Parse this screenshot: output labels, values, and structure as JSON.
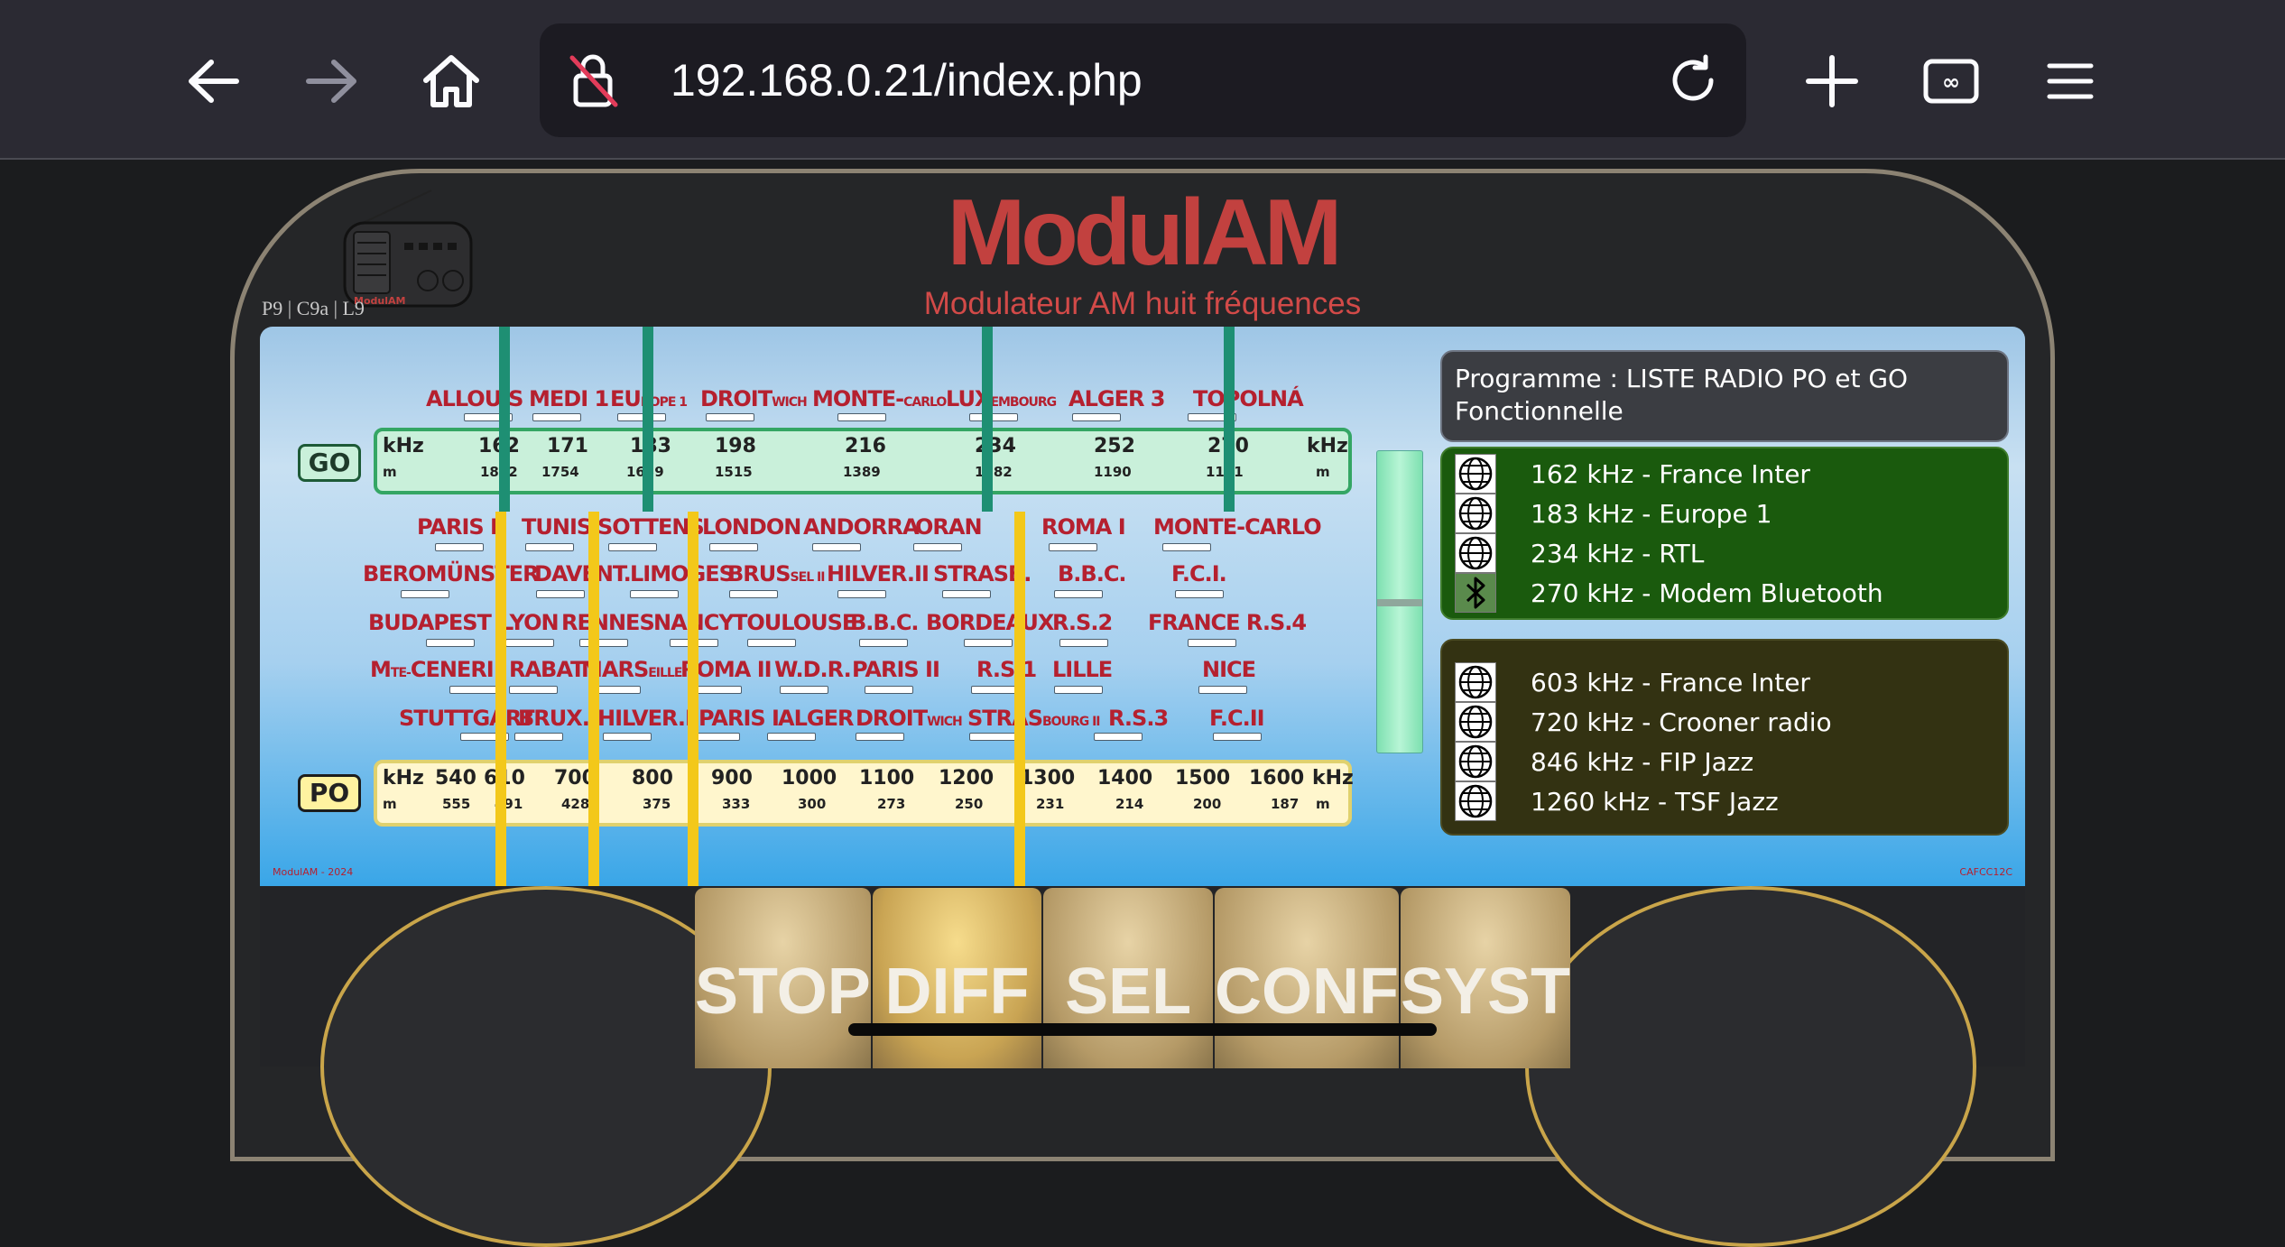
{
  "browser": {
    "url": "192.168.0.21/index.php"
  },
  "header": {
    "title": "ModulAM",
    "subtitle": "Modulateur AM huit fréquences",
    "info": "P9 | C9a | L9",
    "radio_logo_text": "ModulAM"
  },
  "dial": {
    "go_label": "GO",
    "po_label": "PO",
    "footer_left": "ModulAM - 2024",
    "footer_right": "CAFCC12C",
    "go_stations": [
      "ALLOUIS",
      "MEDI 1",
      "EU",
      "ROPE 1",
      "DROIT",
      "WICH",
      "MONTE-",
      "CARLO",
      "LUX",
      "EMBOURG",
      "ALGER 3",
      "TOPOLNÁ"
    ],
    "po_row1": [
      "PARIS II",
      "TUNIS",
      "SOTTENS",
      "LONDON",
      "ANDORRA",
      "ORAN",
      "ROMA I",
      "MONTE-CARLO"
    ],
    "po_row2": [
      "BEROMÜNSTER",
      "DAVENT.",
      "LIMOGES",
      "BRUS",
      "SEL II",
      "HILVER.II",
      "STRASB.",
      "B.B.C.",
      "F.C.I."
    ],
    "po_row3": [
      "BUDAPEST",
      "LYON",
      "RENNES",
      "NANCY",
      "TOULOUSE",
      "B.B.C.",
      "BORDEAUX",
      "R.S.2",
      "FRANCE R.S.4"
    ],
    "po_row4": [
      "M",
      "TE-",
      "CENERI",
      "RABAT",
      "MARS",
      "EILLE",
      "ROMA II",
      "W.D.R.",
      "PARIS II",
      "R.S.1",
      "LILLE",
      "NICE"
    ],
    "po_row5": [
      "STUTTGART",
      "BRUX.I",
      "HILVER.I",
      "PARIS I",
      "ALGER",
      "DROIT",
      "WICH",
      "STRAS",
      "BOURG II",
      "R.S.3",
      "F.C.II"
    ],
    "go_khz": [
      "kHz",
      "162",
      "171",
      "183",
      "198",
      "216",
      "234",
      "252",
      "270",
      "kHz"
    ],
    "go_m": [
      "m",
      "1852",
      "1754",
      "1639",
      "1515",
      "1389",
      "1282",
      "1190",
      "1111",
      "m"
    ],
    "po_khz": [
      "kHz",
      "540",
      "610",
      "700",
      "800",
      "900",
      "1000",
      "1100",
      "1200",
      "1300",
      "1400",
      "1500",
      "1600",
      "kHz"
    ],
    "po_m": [
      "m",
      "555",
      "491",
      "428",
      "375",
      "333",
      "300",
      "273",
      "250",
      "231",
      "214",
      "200",
      "187",
      "m"
    ]
  },
  "programme": {
    "text": "Programme : LISTE RADIO PO et GO Fonctionnelle"
  },
  "go_list": [
    {
      "icon": "globe-icon",
      "label": "162 kHz - France Inter"
    },
    {
      "icon": "globe-icon",
      "label": "183 kHz - Europe 1"
    },
    {
      "icon": "globe-icon",
      "label": "234 kHz - RTL"
    },
    {
      "icon": "bluetooth-icon",
      "label": "270 kHz - Modem Bluetooth"
    }
  ],
  "po_list": [
    {
      "icon": "globe-icon",
      "label": "603 kHz - France Inter"
    },
    {
      "icon": "globe-icon",
      "label": "720 kHz - Crooner radio"
    },
    {
      "icon": "globe-icon",
      "label": "846 kHz - FIP Jazz"
    },
    {
      "icon": "globe-icon",
      "label": "1260 kHz - TSF Jazz"
    }
  ],
  "keys": [
    "STOP",
    "DIFF",
    "SEL",
    "CONF",
    "SYST"
  ],
  "colors": {
    "go_panel": "#1a5a0d",
    "po_panel": "#333212",
    "title": "#c2413f",
    "needle_go": "#1e8f73",
    "needle_po": "#f3c81a"
  }
}
